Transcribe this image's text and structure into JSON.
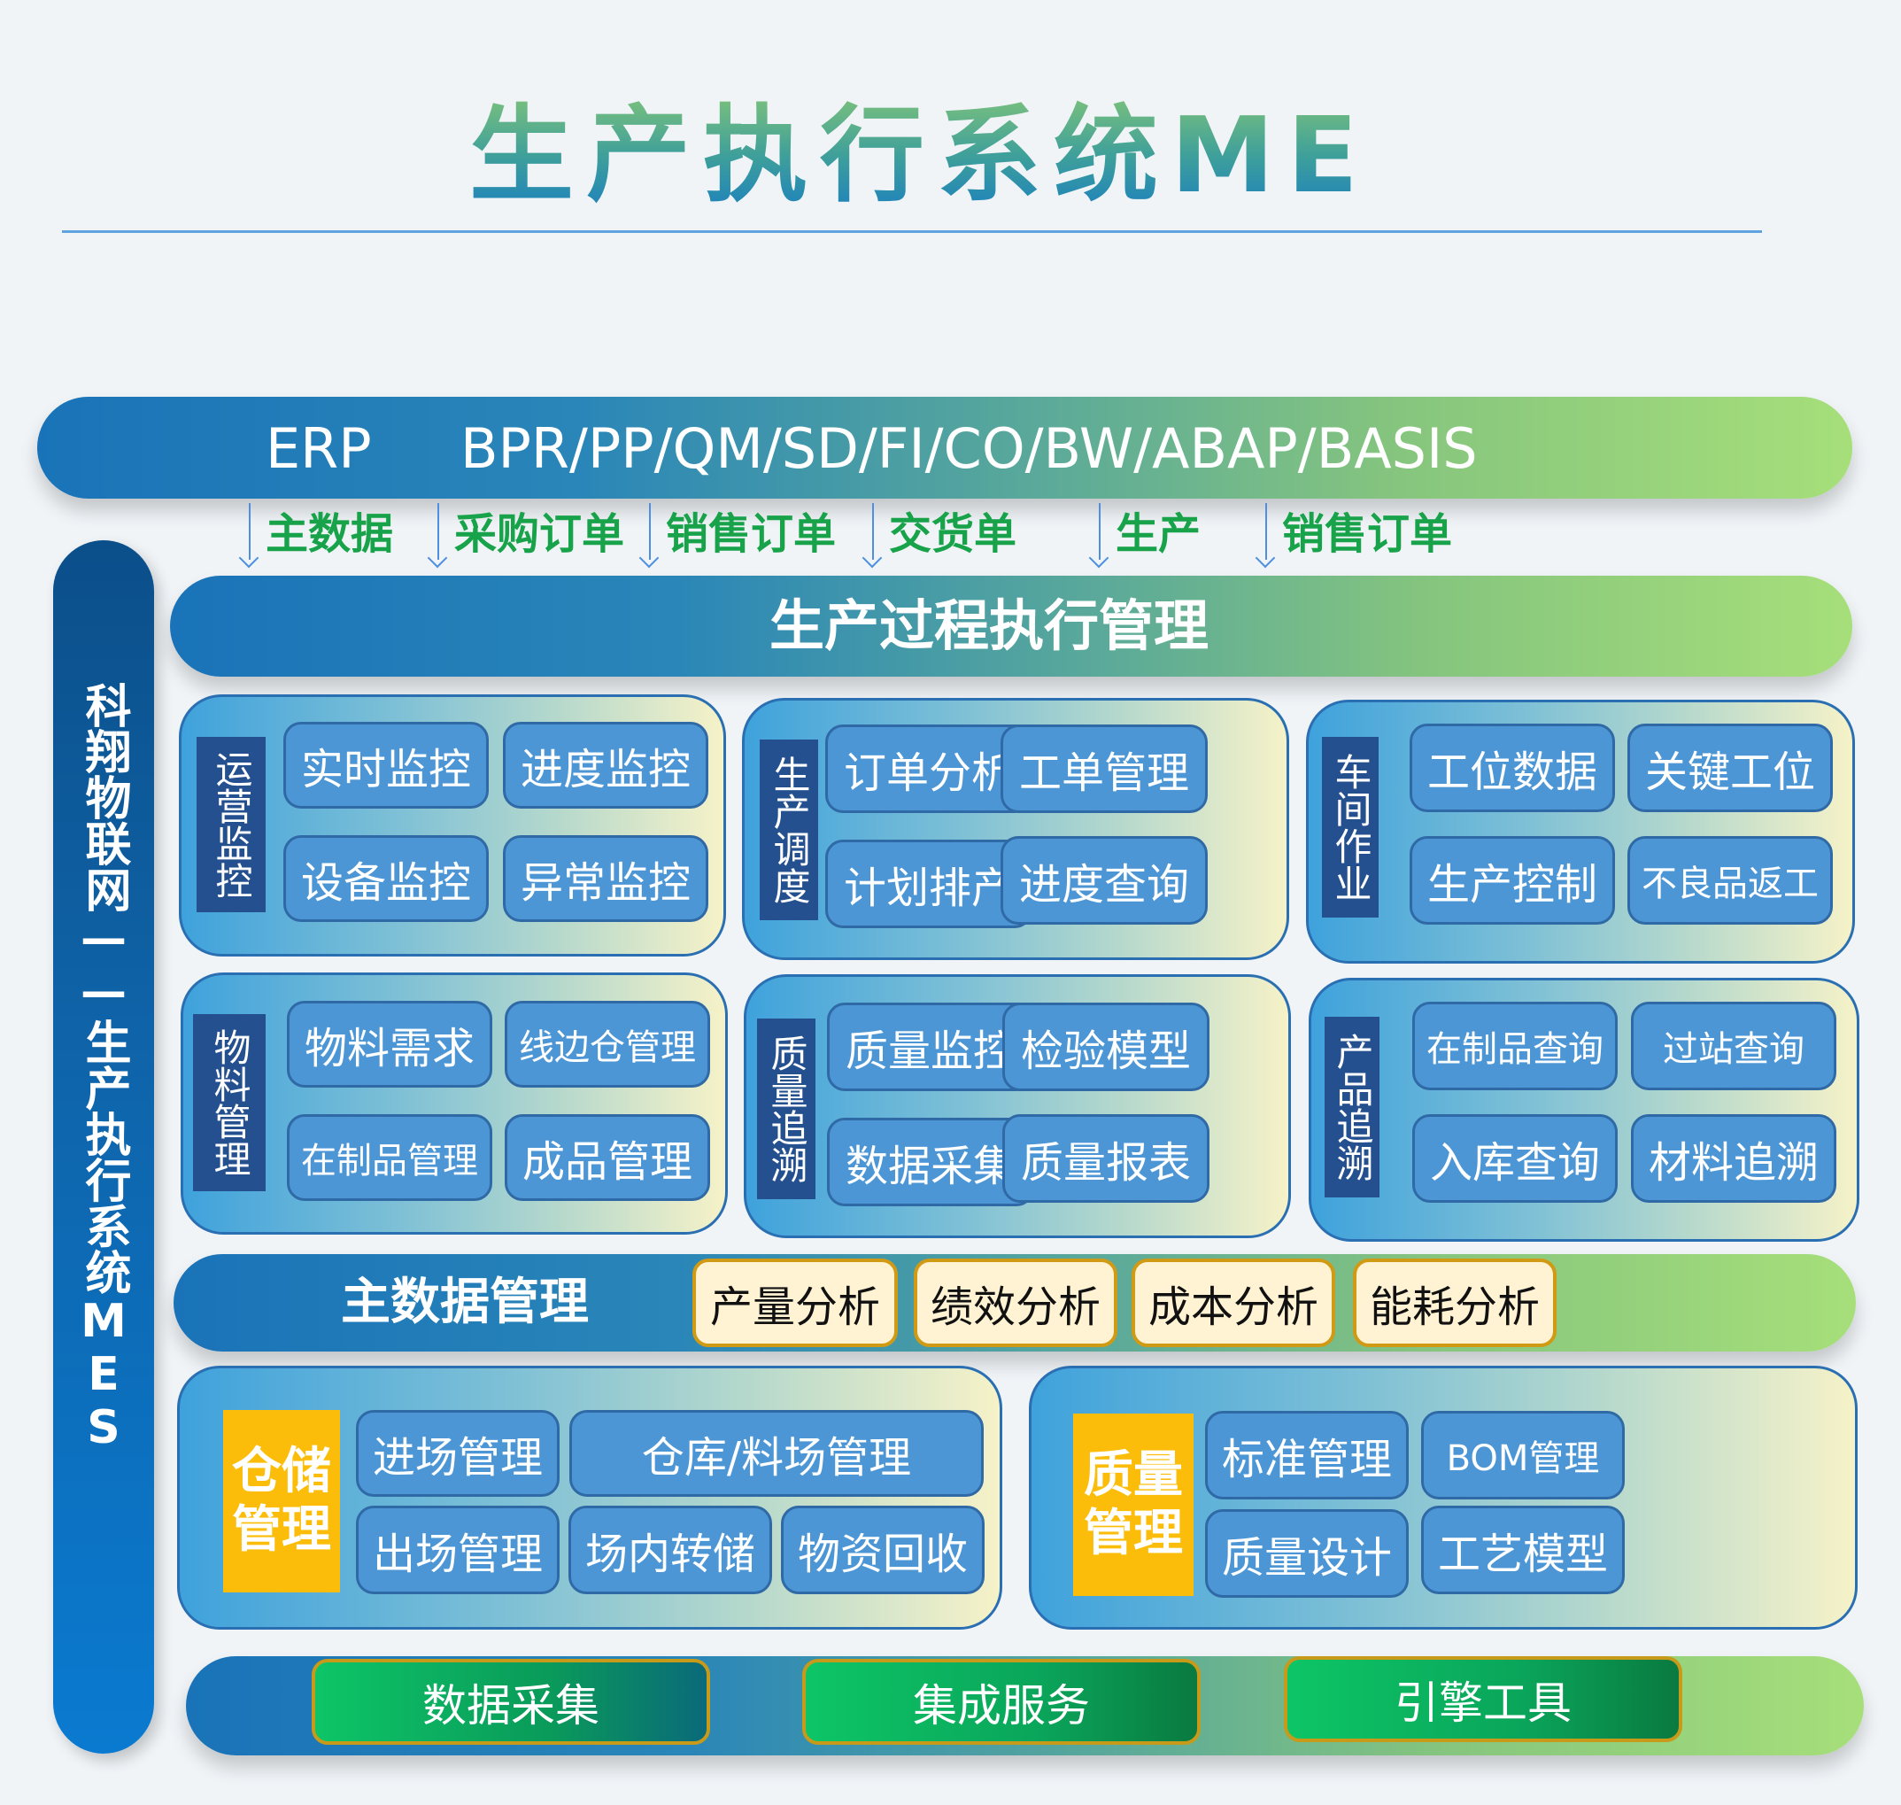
{
  "title": "生产执行系统MES",
  "erp": {
    "label": "ERP",
    "modules": "BPR/PP/QM/SD/FI/CO/BW/ABAP/BASIS"
  },
  "flows": [
    "主数据",
    "采购订单",
    "销售订单",
    "交货单",
    "生产",
    "销售订单"
  ],
  "sidebar": {
    "label": "科翔物联网——生产执行系统MES"
  },
  "execution": {
    "title": "生产过程执行管理"
  },
  "modules": [
    {
      "label": "运营监控",
      "items": [
        "实时监控",
        "进度监控",
        "设备监控",
        "异常监控"
      ]
    },
    {
      "label": "生产调度",
      "items": [
        "订单分析",
        "工单管理",
        "计划排产",
        "进度查询"
      ]
    },
    {
      "label": "车间作业",
      "items": [
        "工位数据",
        "关键工位",
        "生产控制",
        "不良品返工"
      ]
    },
    {
      "label": "物料管理",
      "items": [
        "物料需求",
        "线边仓管理",
        "在制品管理",
        "成品管理"
      ]
    },
    {
      "label": "质量追溯",
      "items": [
        "质量监控",
        "检验模型",
        "数据采集",
        "质量报表"
      ]
    },
    {
      "label": "产品追溯",
      "items": [
        "在制品查询",
        "过站查询",
        "入库查询",
        "材料追溯"
      ]
    }
  ],
  "master_data": {
    "title": "主数据管理",
    "analyses": [
      "产量分析",
      "绩效分析",
      "成本分析",
      "能耗分析"
    ]
  },
  "warehouse": {
    "label": "仓储管理",
    "items": [
      "进场管理",
      "仓库/料场管理",
      "出场管理",
      "场内转储",
      "物资回收"
    ]
  },
  "quality": {
    "label": "质量管理",
    "items": [
      "标准管理",
      "BOM管理",
      "质量设计",
      "工艺模型"
    ]
  },
  "foundation": [
    "数据采集",
    "集成服务",
    "引擎工具"
  ],
  "colors": {
    "flow_text": "#18a34a",
    "tile": "#4d96d6",
    "vlabel": "#25508f",
    "gold": "#fbbd0a",
    "analysis_bg": "#fff3d4"
  }
}
